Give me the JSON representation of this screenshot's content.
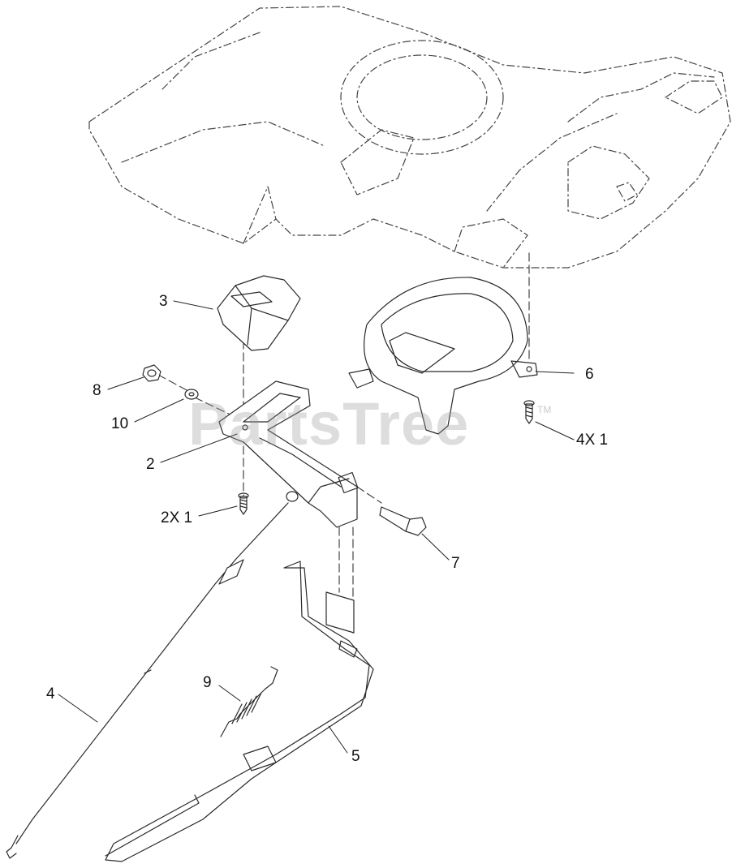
{
  "diagram": {
    "callouts": [
      {
        "id": "3",
        "text": "3"
      },
      {
        "id": "8",
        "text": "8"
      },
      {
        "id": "10",
        "text": "10"
      },
      {
        "id": "2",
        "text": "2"
      },
      {
        "id": "2x1",
        "text": "2X 1"
      },
      {
        "id": "6",
        "text": "6"
      },
      {
        "id": "4x1",
        "text": "4X 1"
      },
      {
        "id": "7",
        "text": "7"
      },
      {
        "id": "9",
        "text": "9"
      },
      {
        "id": "4",
        "text": "4"
      },
      {
        "id": "5",
        "text": "5"
      }
    ]
  },
  "watermark": {
    "text": "PartsTree",
    "trademark": "TM"
  },
  "colors": {
    "line": "#2a2a2a",
    "dash": "#444444",
    "watermark": "#969696"
  }
}
